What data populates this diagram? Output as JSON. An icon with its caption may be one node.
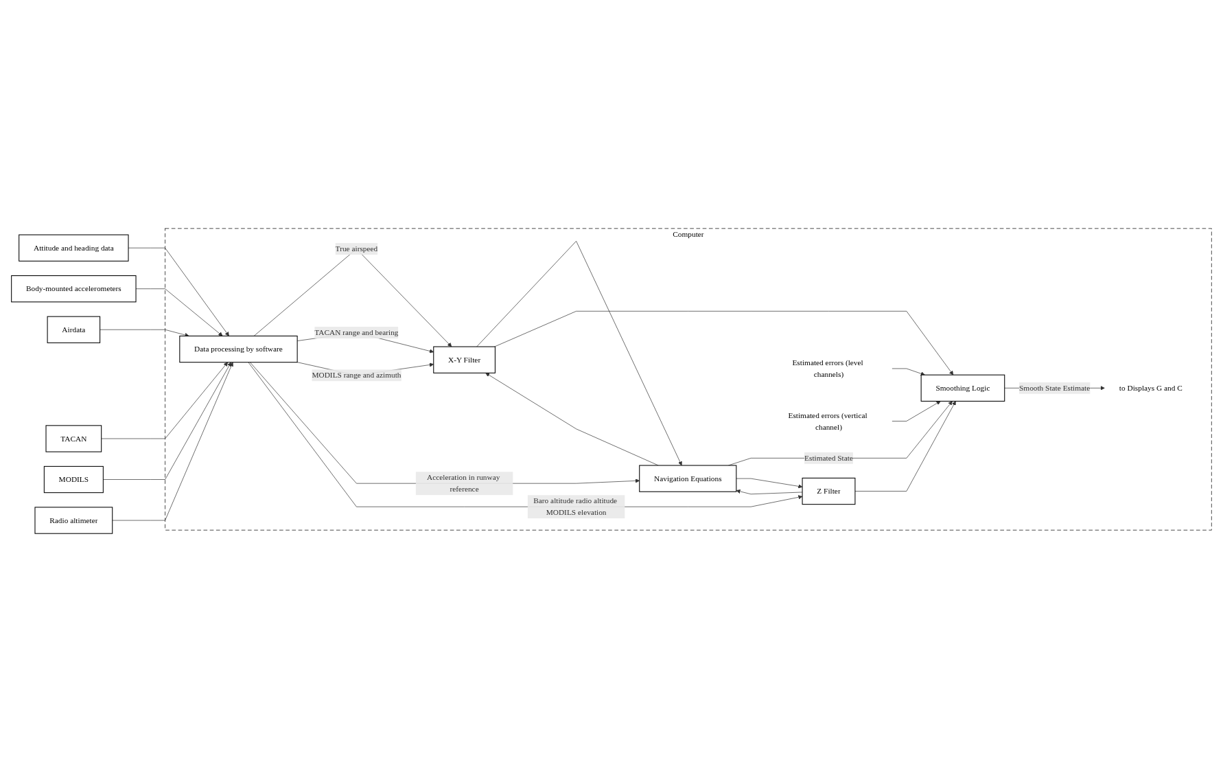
{
  "diagram": {
    "nodes": [
      {
        "text": [
          "Computer"
        ]
      },
      {
        "text": [
          "Attitude and heading data"
        ]
      },
      {
        "text": [
          "Body-mounted accelerometers"
        ]
      },
      {
        "text": [
          "Airdata"
        ]
      },
      {
        "text": [
          "TACAN"
        ]
      },
      {
        "text": [
          "MODILS"
        ]
      },
      {
        "text": [
          "Radio altimeter"
        ]
      },
      {
        "text": [
          "Data processing by software"
        ],
        "in": 0
      },
      {
        "text": [
          "X-Y Filter"
        ],
        "in": 0
      },
      {
        "text": [
          "Navigation Equations"
        ],
        "in": 0
      },
      {
        "text": [
          "Smoothing Logic"
        ],
        "in": 0
      },
      {
        "text": [
          "Z Filter"
        ],
        "in": 0
      },
      {
        "text": [
          "Estimated errors (level channels)"
        ],
        "in": 0
      },
      {
        "text": [
          "Estimated errors (vertical channel)"
        ],
        "in": 0
      },
      {
        "text": [
          "to Displays G and C"
        ],
        "in": 0
      }
    ],
    "edges": [
      {
        "from": 1,
        "to": 7,
        "arrow": "to"
      },
      {
        "from": 2,
        "to": 7,
        "arrow": "to"
      },
      {
        "from": 3,
        "to": 7,
        "arrow": "to"
      },
      {
        "from": 4,
        "to": 7,
        "arrow": "to"
      },
      {
        "from": 5,
        "to": 7,
        "arrow": "to"
      },
      {
        "from": 6,
        "to": 7,
        "arrow": "to"
      },
      {
        "from": 7,
        "to": 8,
        "arrow": "to",
        "label": "True airspeed"
      },
      {
        "from": 7,
        "to": 8,
        "arrow": "to",
        "label": "TACAN range and bearing"
      },
      {
        "from": 7,
        "to": 8,
        "arrow": "to",
        "label": "MODILS range and azimuth"
      },
      {
        "from": 7,
        "to": 9,
        "arrow": "to",
        "label": "Acceleration in runway reference"
      },
      {
        "from": 7,
        "to": 11,
        "arrow": "to",
        "label": "Baro altitude radio altitude MODILS elevation"
      },
      {
        "from": 8,
        "to": 9,
        "arrow": "to"
      },
      {
        "from": 8,
        "to": 10,
        "arrow": "to"
      },
      {
        "from": 12,
        "to": 10,
        "arrow": "to"
      },
      {
        "from": 9,
        "to": 10,
        "arrow": "to",
        "label": "Estimated State"
      },
      {
        "from": 9,
        "to": 8,
        "arrow": "to"
      },
      {
        "from": 9,
        "to": 11,
        "arrow": "to"
      },
      {
        "from": 11,
        "to": 9,
        "arrow": "to"
      },
      {
        "from": 11,
        "to": 10,
        "arrow": "to"
      },
      {
        "from": 13,
        "to": 10,
        "arrow": "to"
      },
      {
        "from": 10,
        "to": 14,
        "arrow": "to",
        "label": "Smooth State Estimate"
      }
    ]
  }
}
